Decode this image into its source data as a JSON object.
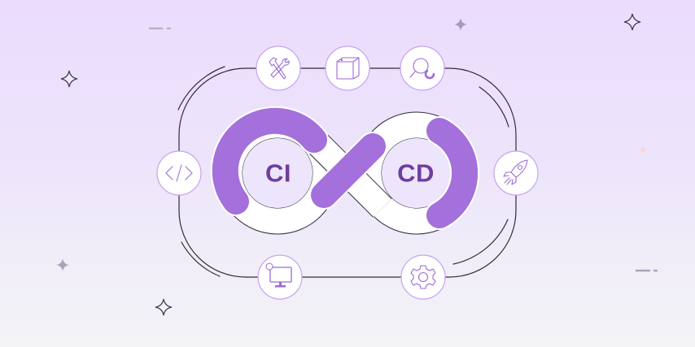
{
  "illustration": {
    "title": "CI/CD pipeline infinity loop",
    "labels": {
      "ci": "CI",
      "cd": "CD"
    },
    "colors": {
      "background_top": "#ebdcfd",
      "background_bottom": "#f4f3f6",
      "loop_purple": "#a470dc",
      "text_purple": "#6f3d9f",
      "node_border": "#c7a2ef",
      "icon_stroke": "#9b6ad6",
      "line_dark": "#2e2c3c",
      "sparkle_dark": "#3f3d58",
      "sparkle_light": "#a9a4bb",
      "dash": "#b9b2c9"
    },
    "nodes": [
      {
        "id": "tools",
        "icon": "hammer-wrench-icon",
        "position": "top-left"
      },
      {
        "id": "package",
        "icon": "box-icon",
        "position": "top-center"
      },
      {
        "id": "test",
        "icon": "search-refresh-icon",
        "position": "top-right"
      },
      {
        "id": "code",
        "icon": "code-brackets-icon",
        "position": "left"
      },
      {
        "id": "deploy",
        "icon": "rocket-icon",
        "position": "right"
      },
      {
        "id": "monitor",
        "icon": "monitor-icon",
        "position": "bottom-left"
      },
      {
        "id": "operate",
        "icon": "gear-icon",
        "position": "bottom-right"
      }
    ],
    "decorations": {
      "sparkles": [
        "top-left-outline",
        "top-center-filled",
        "top-right-outline",
        "right-faint",
        "bottom-left-filled",
        "bottom-left-outline"
      ],
      "dashes": [
        "top-left",
        "bottom-right"
      ]
    }
  }
}
